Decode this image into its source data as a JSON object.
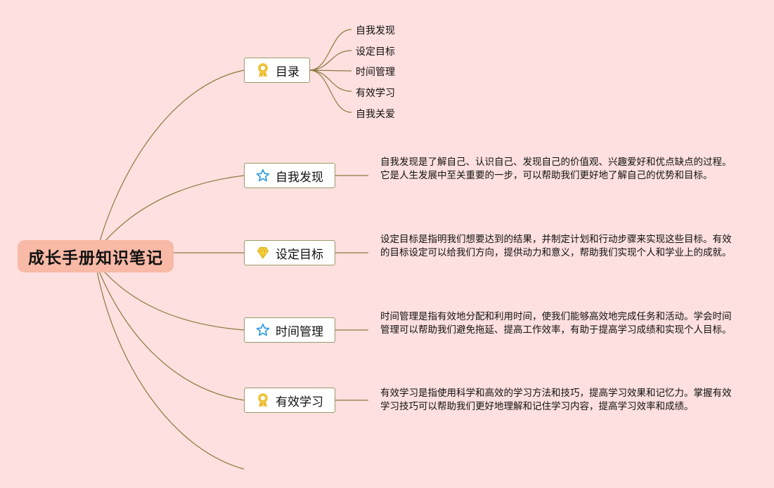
{
  "root": {
    "title": "成长手册知识笔记"
  },
  "toc": {
    "title": "目录",
    "icon": "award-ribbon-icon",
    "items": [
      "自我发现",
      "设定目标",
      "时间管理",
      "有效学习",
      "自我关爱"
    ]
  },
  "topics": [
    {
      "title": "自我发现",
      "icon": "star-outline-icon",
      "description": "自我发现是了解自己、认识自己、发现自己的价值观、兴趣爱好和优点缺点的过程。它是人生发展中至关重要的一步，可以帮助我们更好地了解自己的优势和目标。"
    },
    {
      "title": "设定目标",
      "icon": "diamond-icon",
      "description": "设定目标是指明我们想要达到的结果，并制定计划和行动步骤来实现这些目标。有效的目标设定可以给我们方向，提供动力和意义，帮助我们实现个人和学业上的成就。"
    },
    {
      "title": "时间管理",
      "icon": "star-outline-icon",
      "description": "时间管理是指有效地分配和利用时间，使我们能够高效地完成任务和活动。学会时间管理可以帮助我们避免拖延、提高工作效率，有助于提高学习成绩和实现个人目标。"
    },
    {
      "title": "有效学习",
      "icon": "award-ribbon-icon",
      "description": "有效学习是指使用科学和高效的学习方法和技巧，提高学习效果和记忆力。掌握有效学习技巧可以帮助我们更好地理解和记住学习内容，提高学习效率和成绩。"
    }
  ],
  "colors": {
    "background": "#fde0df",
    "root": "#f8b9a6",
    "line": "#8a7a40",
    "topic_border": "#9a9a6a"
  }
}
